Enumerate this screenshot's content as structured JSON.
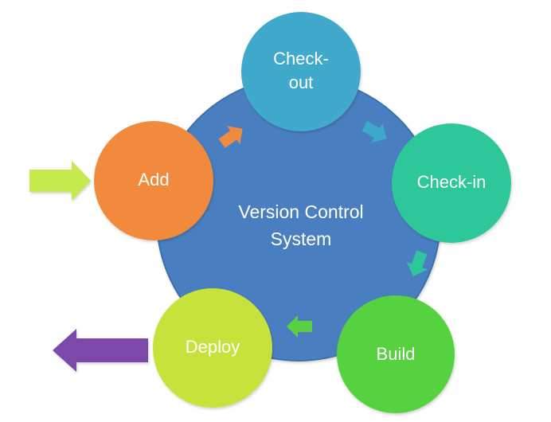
{
  "center": {
    "line1": "Version Control",
    "line2": "System"
  },
  "nodes": {
    "checkout": {
      "line1": "Check-",
      "line2": "out"
    },
    "checkin": {
      "label": "Check-in"
    },
    "build": {
      "label": "Build"
    },
    "deploy": {
      "label": "Deploy"
    },
    "add": {
      "label": "Add"
    }
  },
  "colors": {
    "center_fill": "#4a7fc0",
    "center_stroke": "#3a6fa8",
    "checkout": "#3fa9cc",
    "checkin": "#2fc79a",
    "build": "#57d13f",
    "deploy": "#c6e23a",
    "add": "#f28a3c",
    "arrow_in": "#c4ea4e",
    "arrow_out": "#7d4aa8",
    "arrow_add_checkout": "#f08a40",
    "arrow_checkout_checkin": "#3fa9cc",
    "arrow_checkin_build": "#2fc79a",
    "arrow_build_deploy": "#57d13f"
  }
}
